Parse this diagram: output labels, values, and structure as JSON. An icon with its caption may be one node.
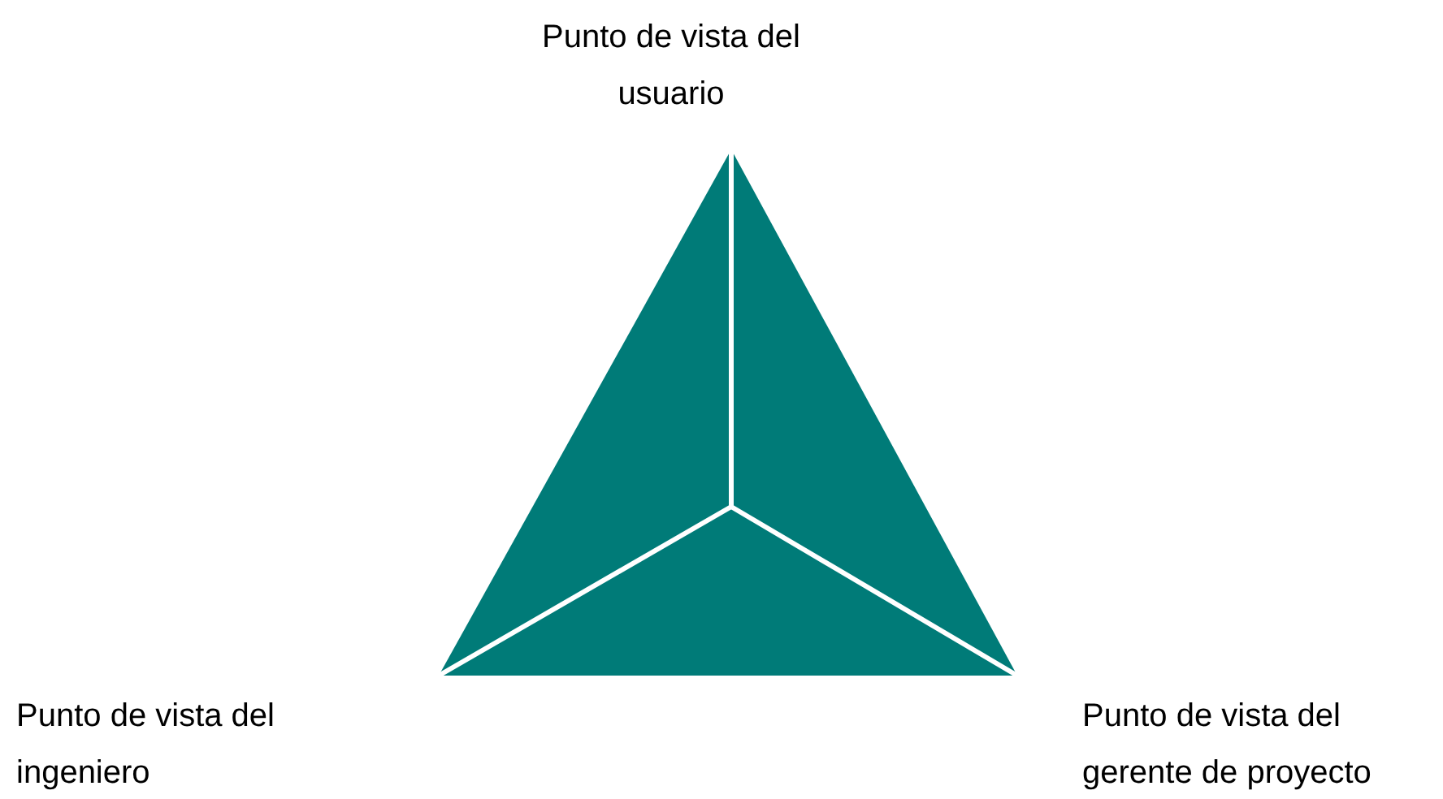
{
  "diagram": {
    "labels": [
      "Punto de vista del usuario",
      "Punto de vista del ingeniero",
      "Punto de vista del gerente de proyecto"
    ]
  }
}
